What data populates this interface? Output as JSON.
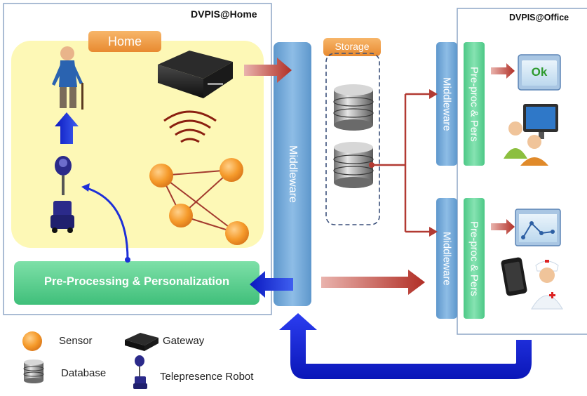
{
  "home_panel": {
    "title": "DVPIS@Home",
    "home_label": "Home",
    "preprocessing_label": "Pre-Processing & Personalization"
  },
  "middleware": {
    "main_label": "Middleware",
    "office_top_label": "Middleware",
    "office_bottom_label": "Middleware"
  },
  "storage": {
    "label": "Storage"
  },
  "office_panel": {
    "title": "DVPIS@Office",
    "preproc_top_label": "Pre-proc & Pers",
    "preproc_bottom_label": "Pre-proc & Pers",
    "ok_label": "Ok"
  },
  "legend": {
    "items": [
      {
        "icon": "sensor-icon",
        "label": "Sensor"
      },
      {
        "icon": "gateway-icon",
        "label": "Gateway"
      },
      {
        "icon": "database-icon",
        "label": "Database"
      },
      {
        "icon": "telepresence-robot-icon",
        "label": "Telepresence Robot"
      }
    ]
  },
  "colors": {
    "home_area": "#fdf8b6",
    "orange_tag": "#f0a050",
    "middleware_blue": "#6fa6d6",
    "preproc_green": "#5ccc8f",
    "red_arrow": "#b23a32",
    "blue_arrow": "#1d2fd8",
    "panel_border": "#8ea6c6"
  }
}
